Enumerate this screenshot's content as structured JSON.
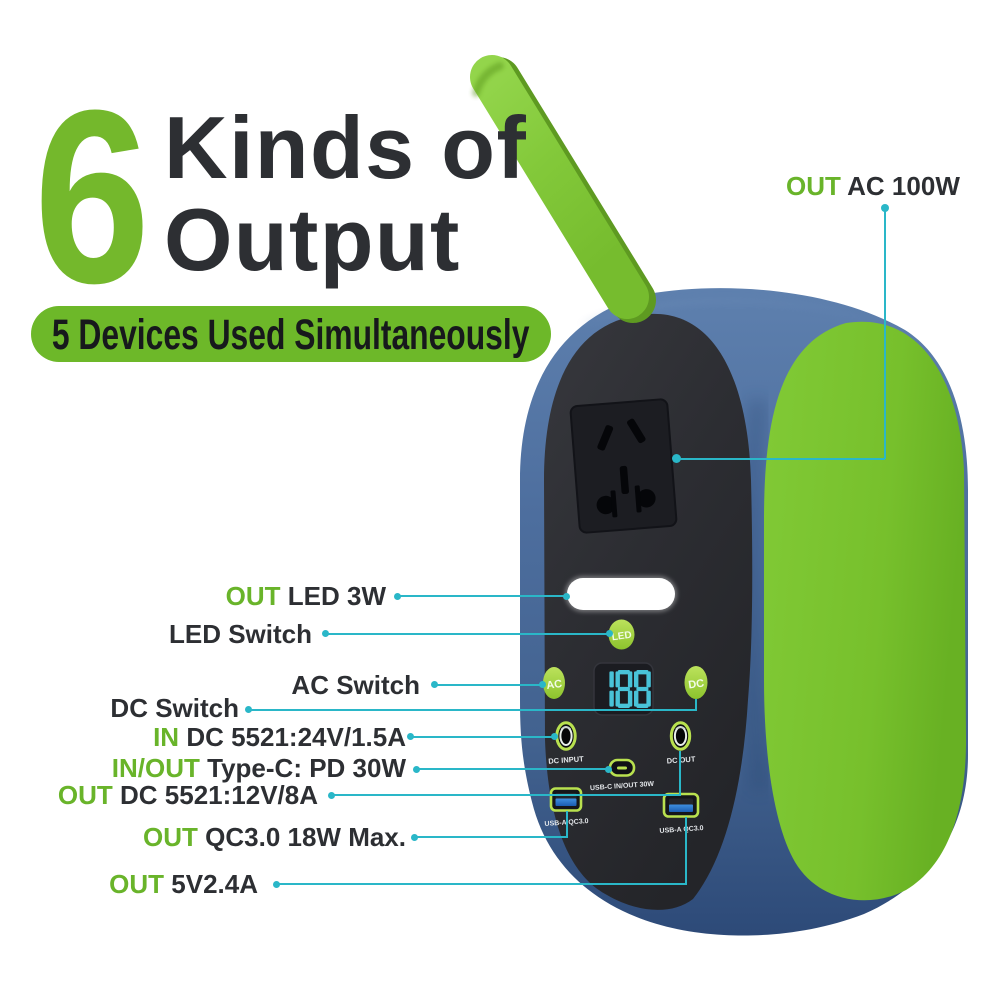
{
  "headline": {
    "number": "6",
    "line1": "Kinds of",
    "line2": "Output"
  },
  "badge": {
    "text": "5 Devices Used Simultaneously"
  },
  "callout_ac": {
    "prefix": "OUT",
    "text": "AC 100W"
  },
  "labels": [
    {
      "prefix": "OUT",
      "text": "LED 3W"
    },
    {
      "prefix": "",
      "text": "LED Switch"
    },
    {
      "prefix": "",
      "text": "AC Switch"
    },
    {
      "prefix": "",
      "text": "DC Switch"
    },
    {
      "prefix": "IN",
      "text": "DC 5521:24V/1.5A"
    },
    {
      "prefix": "IN/OUT",
      "text": "Type-C: PD 30W"
    },
    {
      "prefix": "OUT",
      "text": "DC 5521:12V/8A"
    },
    {
      "prefix": "OUT",
      "text": "QC3.0 18W Max."
    },
    {
      "prefix": "OUT",
      "text": "5V2.4A"
    }
  ],
  "device": {
    "display": {
      "value": "188"
    },
    "buttons": [
      {
        "label": "LED"
      },
      {
        "label": "AC"
      },
      {
        "label": "DC"
      }
    ],
    "ports": [
      {
        "label": "DC INPUT"
      },
      {
        "label": "DC OUT"
      },
      {
        "label": "USB-C  IN/OUT  30W"
      },
      {
        "label": "USB-A QC3.0"
      },
      {
        "label": "USB-A QC3.0"
      }
    ]
  },
  "colors": {
    "brand_green": "#74b82c",
    "badge_green": "#6db829",
    "device_green": "#7ac32e",
    "lime": "#b2dd4e",
    "teal_line": "#2ab7c8",
    "body_blue": "#4b6c9c",
    "panel_black": "#2a2b30",
    "display_digits": "#49c3d8",
    "text_dark": "#2d2f33"
  }
}
